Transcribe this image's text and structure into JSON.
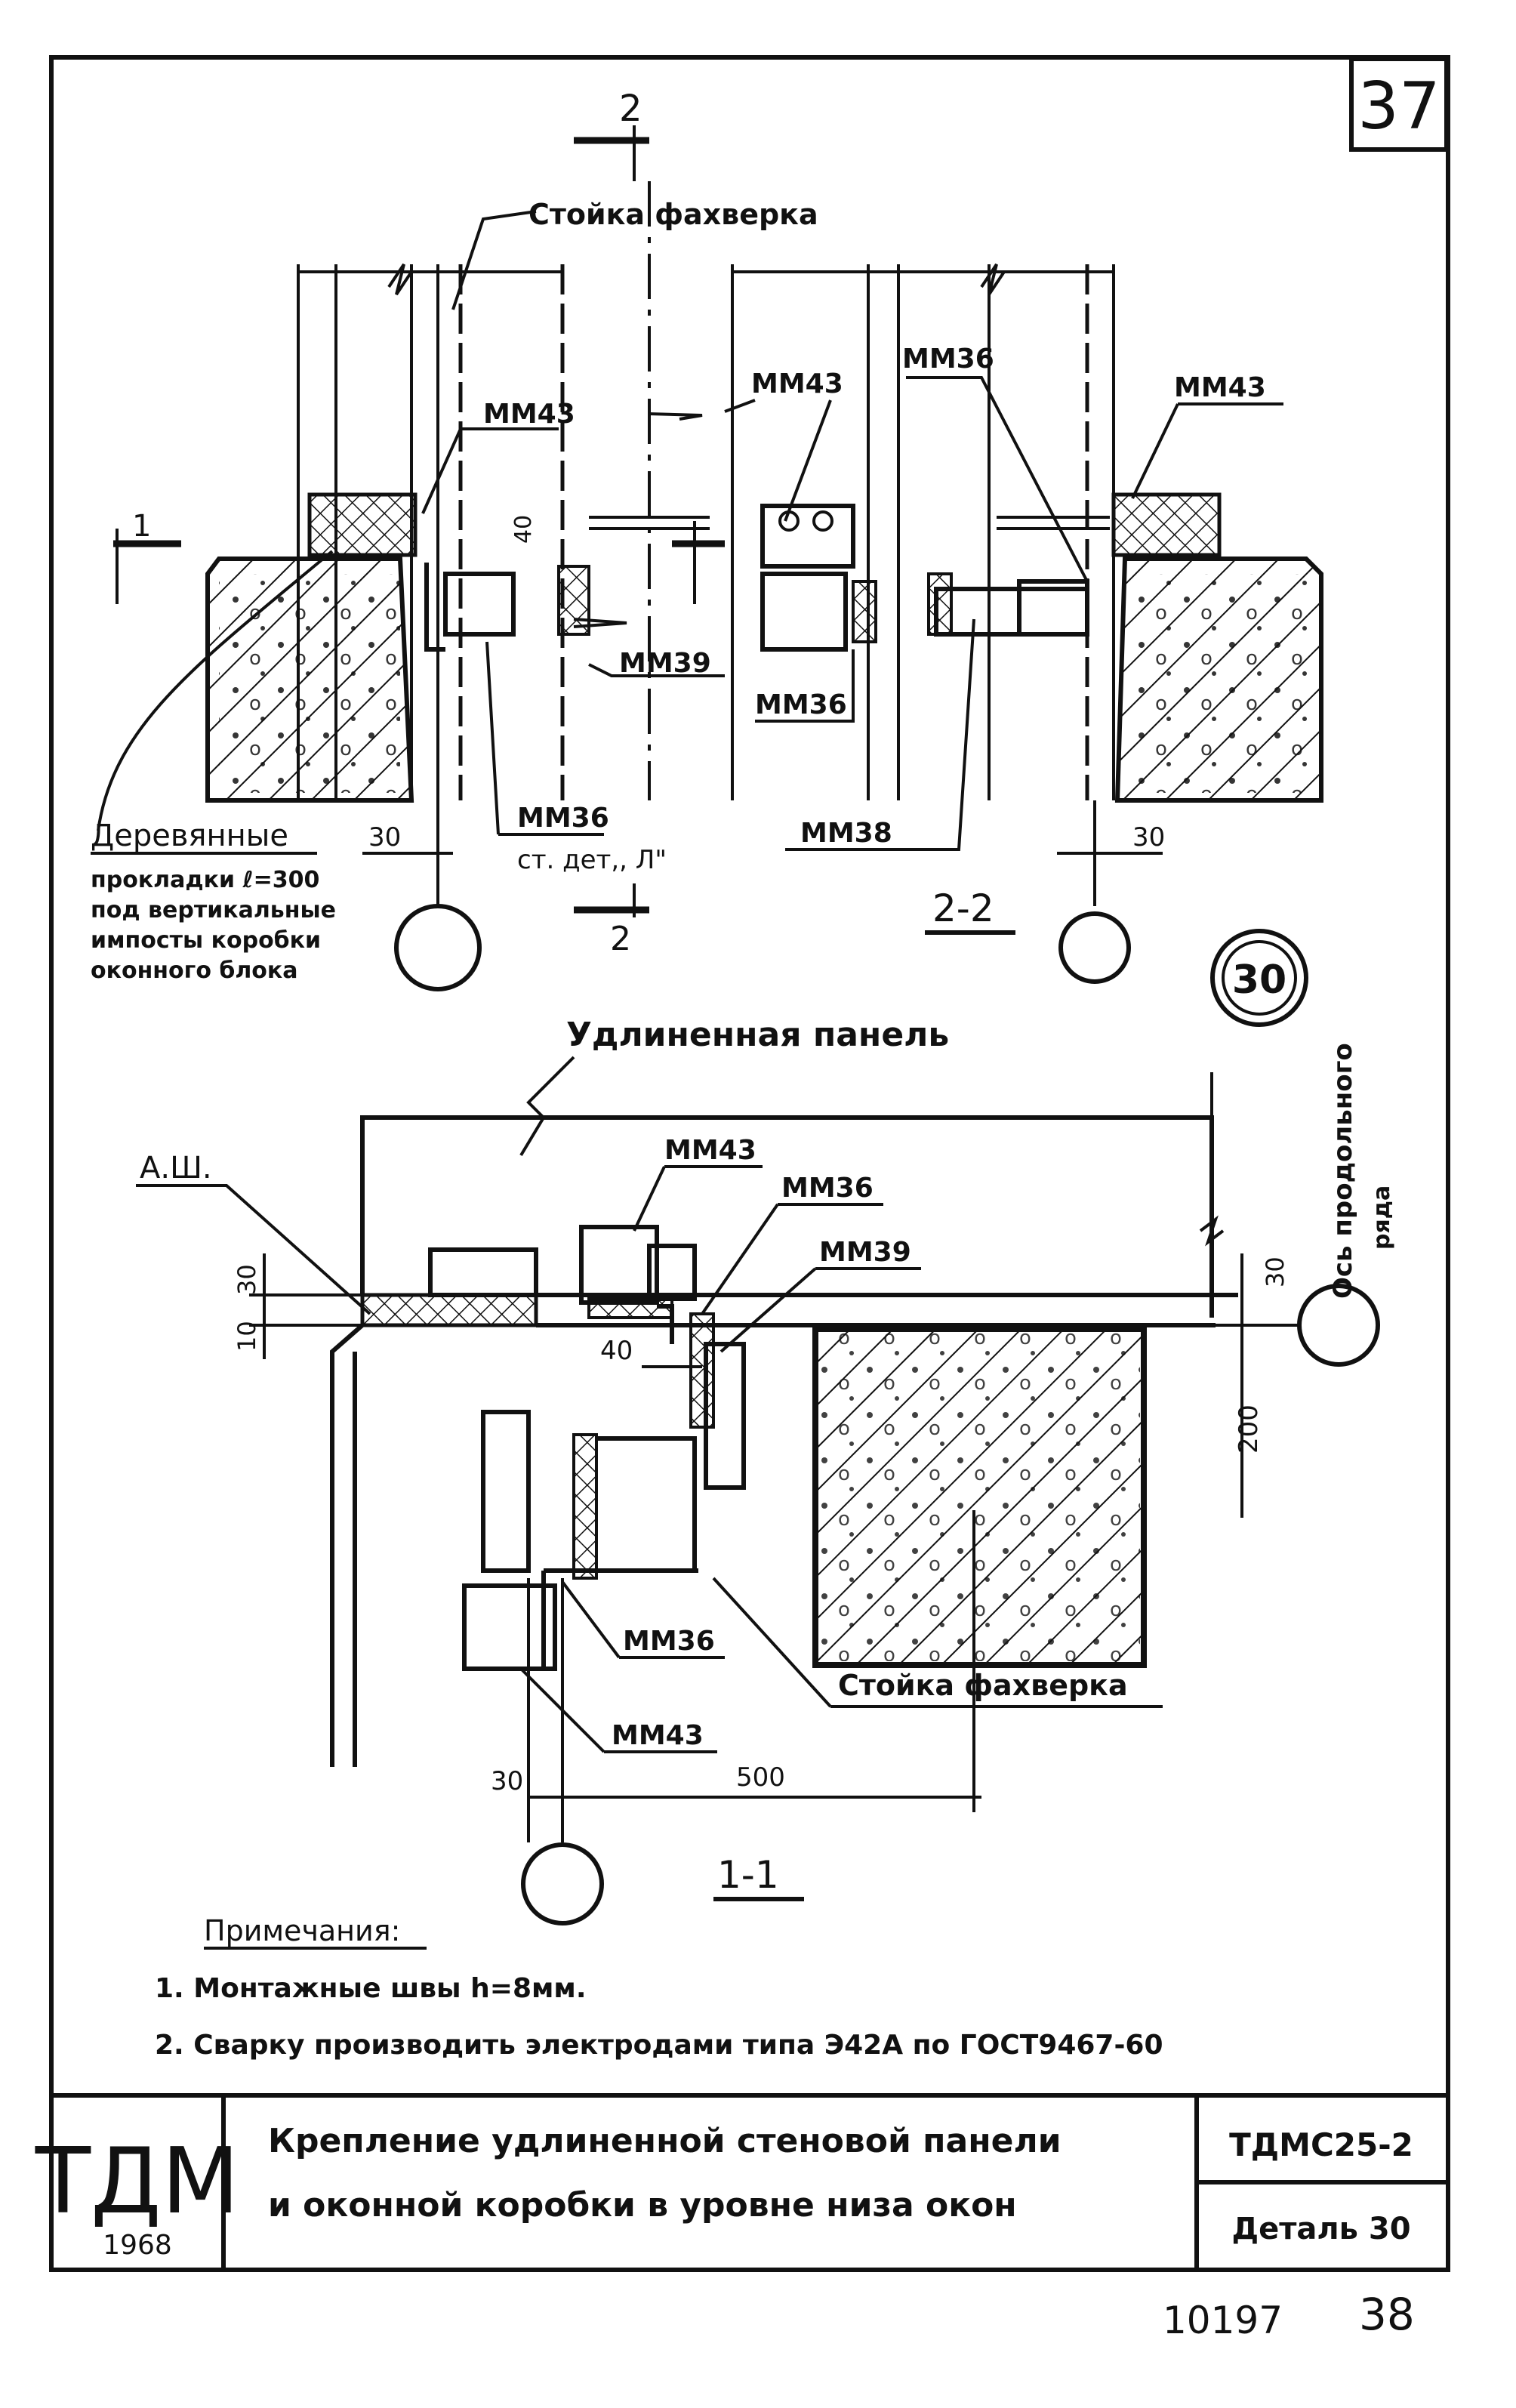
{
  "sheet": {
    "page_number": "37",
    "footer_doc_number": "10197",
    "footer_page": "38"
  },
  "section_2_2": {
    "cut_mark_top": "2",
    "cut_mark_bottom": "2",
    "side_mark": "1",
    "title": "2-2",
    "labels": {
      "stoyka": "Стойка фахверка",
      "mm43_left": "ММ43",
      "mm43_mid": "ММ43",
      "mm43_right": "ММ43",
      "mm36_top": "ММ36",
      "mm36_mid": "ММ36",
      "mm36_left": "ММ36",
      "mm39_left": "ММ39",
      "mm38": "ММ38",
      "st_det": "ст. дет,, Л\"",
      "dim_40": "40",
      "dim_30_left": "30",
      "dim_30_right": "30"
    },
    "wood_note": {
      "line1": "Деревянные",
      "line2": "прокладки ℓ=300",
      "line3": "под вертикальные",
      "line4": "импосты коробки",
      "line5": "оконного блока"
    }
  },
  "detail_marker": "30",
  "section_1_1": {
    "title": "1-1",
    "panel_label": "Удлиненная панель",
    "axis_label_1": "Ось продольного",
    "axis_label_2": "ряда",
    "labels": {
      "ash": "А.Ш.",
      "mm43_top": "ММ43",
      "mm36_top": "ММ36",
      "mm39": "ММ39",
      "mm36_bottom": "ММ36",
      "mm43_bottom": "ММ43",
      "stoyka": "Стойка фахверка"
    },
    "dims": {
      "d30_left": "30",
      "d10": "10",
      "d40": "40",
      "d30_right": "30",
      "d200": "200",
      "d30_bottom": "30",
      "d500": "500"
    }
  },
  "notes": {
    "heading": "Примечания:",
    "items": [
      "1.  Монтажные швы h=8мм.",
      "2.  Сварку производить электродами  типа Э42А по ГОСТ9467-60"
    ]
  },
  "title_block": {
    "logo": "ТДМ",
    "year": "1968",
    "title_line1": "Крепление  удлиненной  стеновой  панели",
    "title_line2": "и оконной  коробки  в  уровне  низа  окон",
    "code": "ТДМС25-2",
    "detail": "Деталь 30"
  }
}
